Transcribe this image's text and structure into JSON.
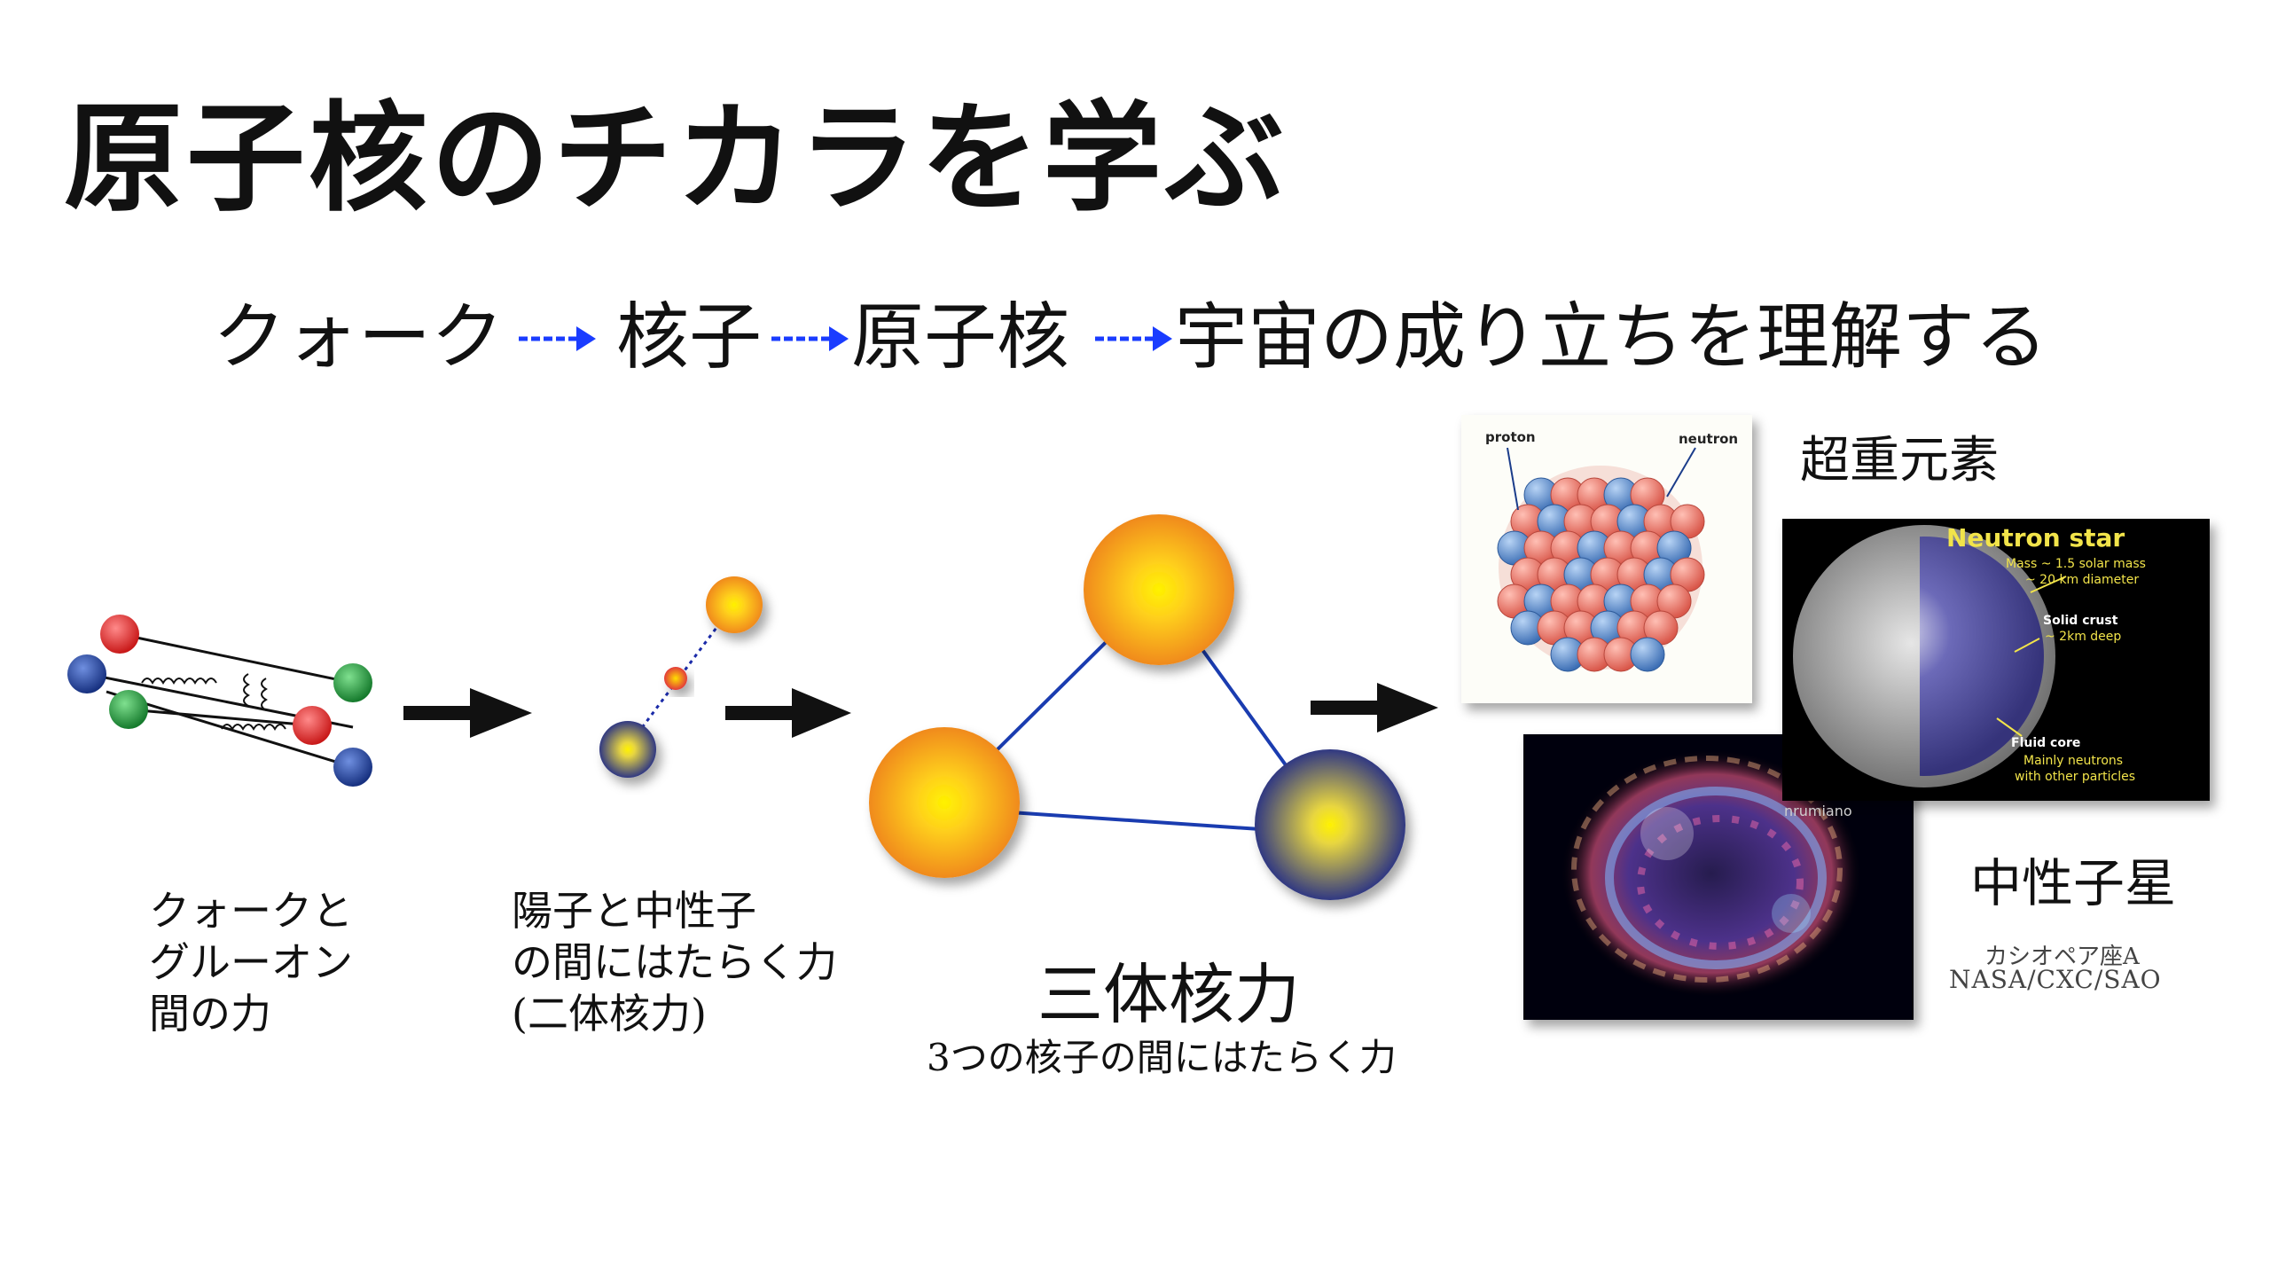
{
  "slide": {
    "title": "原子核のチカラを学ぶ",
    "flow": [
      "クォーク",
      "核子",
      "原子核",
      "宇宙の成り立ちを理解する"
    ],
    "captions": {
      "quark": [
        "クォークと",
        "グルーオン",
        "間の力"
      ],
      "two_body": [
        "陽子と中性子",
        "の間にはたらく力",
        "(二体核力)"
      ],
      "three_body_title": "三体核力",
      "three_body_sub": "3つの核子の間にはたらく力",
      "superheavy": "超重元素",
      "neutron_star": "中性子星",
      "cas_a": "カシオペア座A",
      "credit": "NASA/CXC/SAO"
    },
    "nucleus_image": {
      "label_proton": "proton",
      "label_neutron": "neutron"
    },
    "neutron_star_image": {
      "title": "Neutron star",
      "mass_line1": "Mass ~ 1.5 solar mass",
      "mass_line2": "~ 20 km diameter",
      "crust_line1": "Solid crust",
      "crust_line2": "~ 2km deep",
      "core_line1": "Fluid core",
      "core_line2": "Mainly neutrons",
      "core_line3": "with other particles"
    },
    "remnant_image": {
      "watermark": "nrumiano"
    }
  },
  "colors": {
    "arrow_blue": "#1a3cff",
    "quark_red": "#e02020",
    "quark_green": "#1f9a3a",
    "quark_blue": "#1c3fa8",
    "nucleon_orange": "#f4a21c",
    "nucleon_navy": "#3a3f86",
    "ns_title": "#f2e44a"
  }
}
